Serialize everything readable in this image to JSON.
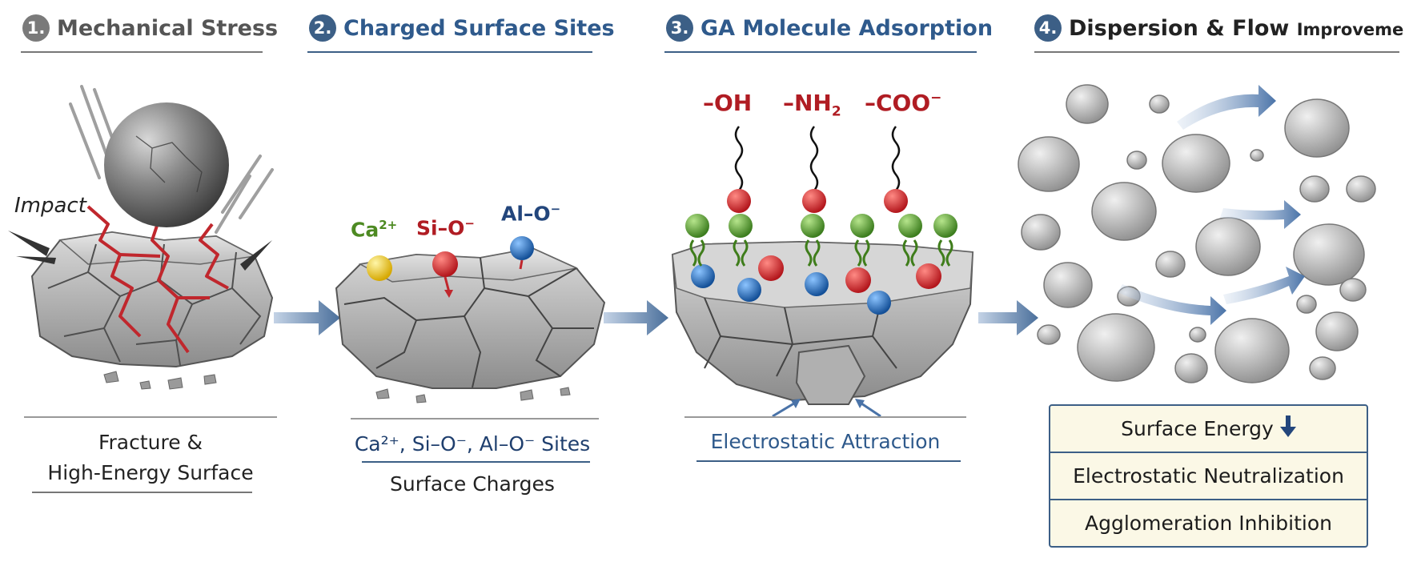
{
  "steps": [
    {
      "number": "1.",
      "title": "Mechanical Stress",
      "title_extra": "",
      "color": "#666666"
    },
    {
      "number": "2.",
      "title": "Charged Surface Sites",
      "title_extra": "",
      "color": "#3c5f86"
    },
    {
      "number": "3.",
      "title": "GA Molecule Adsorption",
      "title_extra": "",
      "color": "#3c5f86"
    },
    {
      "number": "4.",
      "title": "Dispersion & Flow ",
      "title_extra": "Improvement",
      "color": "#333333"
    }
  ],
  "panel1": {
    "impact_label": "Impact",
    "caption_line1": "Fracture &",
    "caption_line2": "High-Energy Surface"
  },
  "panel2": {
    "ion_ca": "Ca",
    "ion_ca_sup": "2+",
    "ion_si": "Si–O",
    "ion_si_sup": "−",
    "ion_al": "Al–O",
    "ion_al_sup": "−",
    "caption_sites": "Ca²⁺, Si–O⁻, Al–O⁻ Sites",
    "caption_charges": "Surface Charges"
  },
  "panel3": {
    "group_oh": "–OH",
    "group_nh": "–NH",
    "group_nh_sub": "2",
    "group_coo": "–COO",
    "group_coo_sup": "−",
    "caption": "Electrostatic Attraction"
  },
  "panel4": {
    "effects": [
      "Surface Energy",
      "Electrostatic Neutralization",
      "Agglomeration Inhibition"
    ]
  },
  "colors": {
    "accent_blue": "#3c5f86",
    "crack_red": "#c0272d",
    "ion_yellow": "#f2c400",
    "ion_red": "#c0272d",
    "ion_blue": "#1f63b4",
    "ion_green": "#4e9a2d",
    "label_red": "#b01c23",
    "label_green": "#4d8a22",
    "label_blue": "#23467c"
  }
}
